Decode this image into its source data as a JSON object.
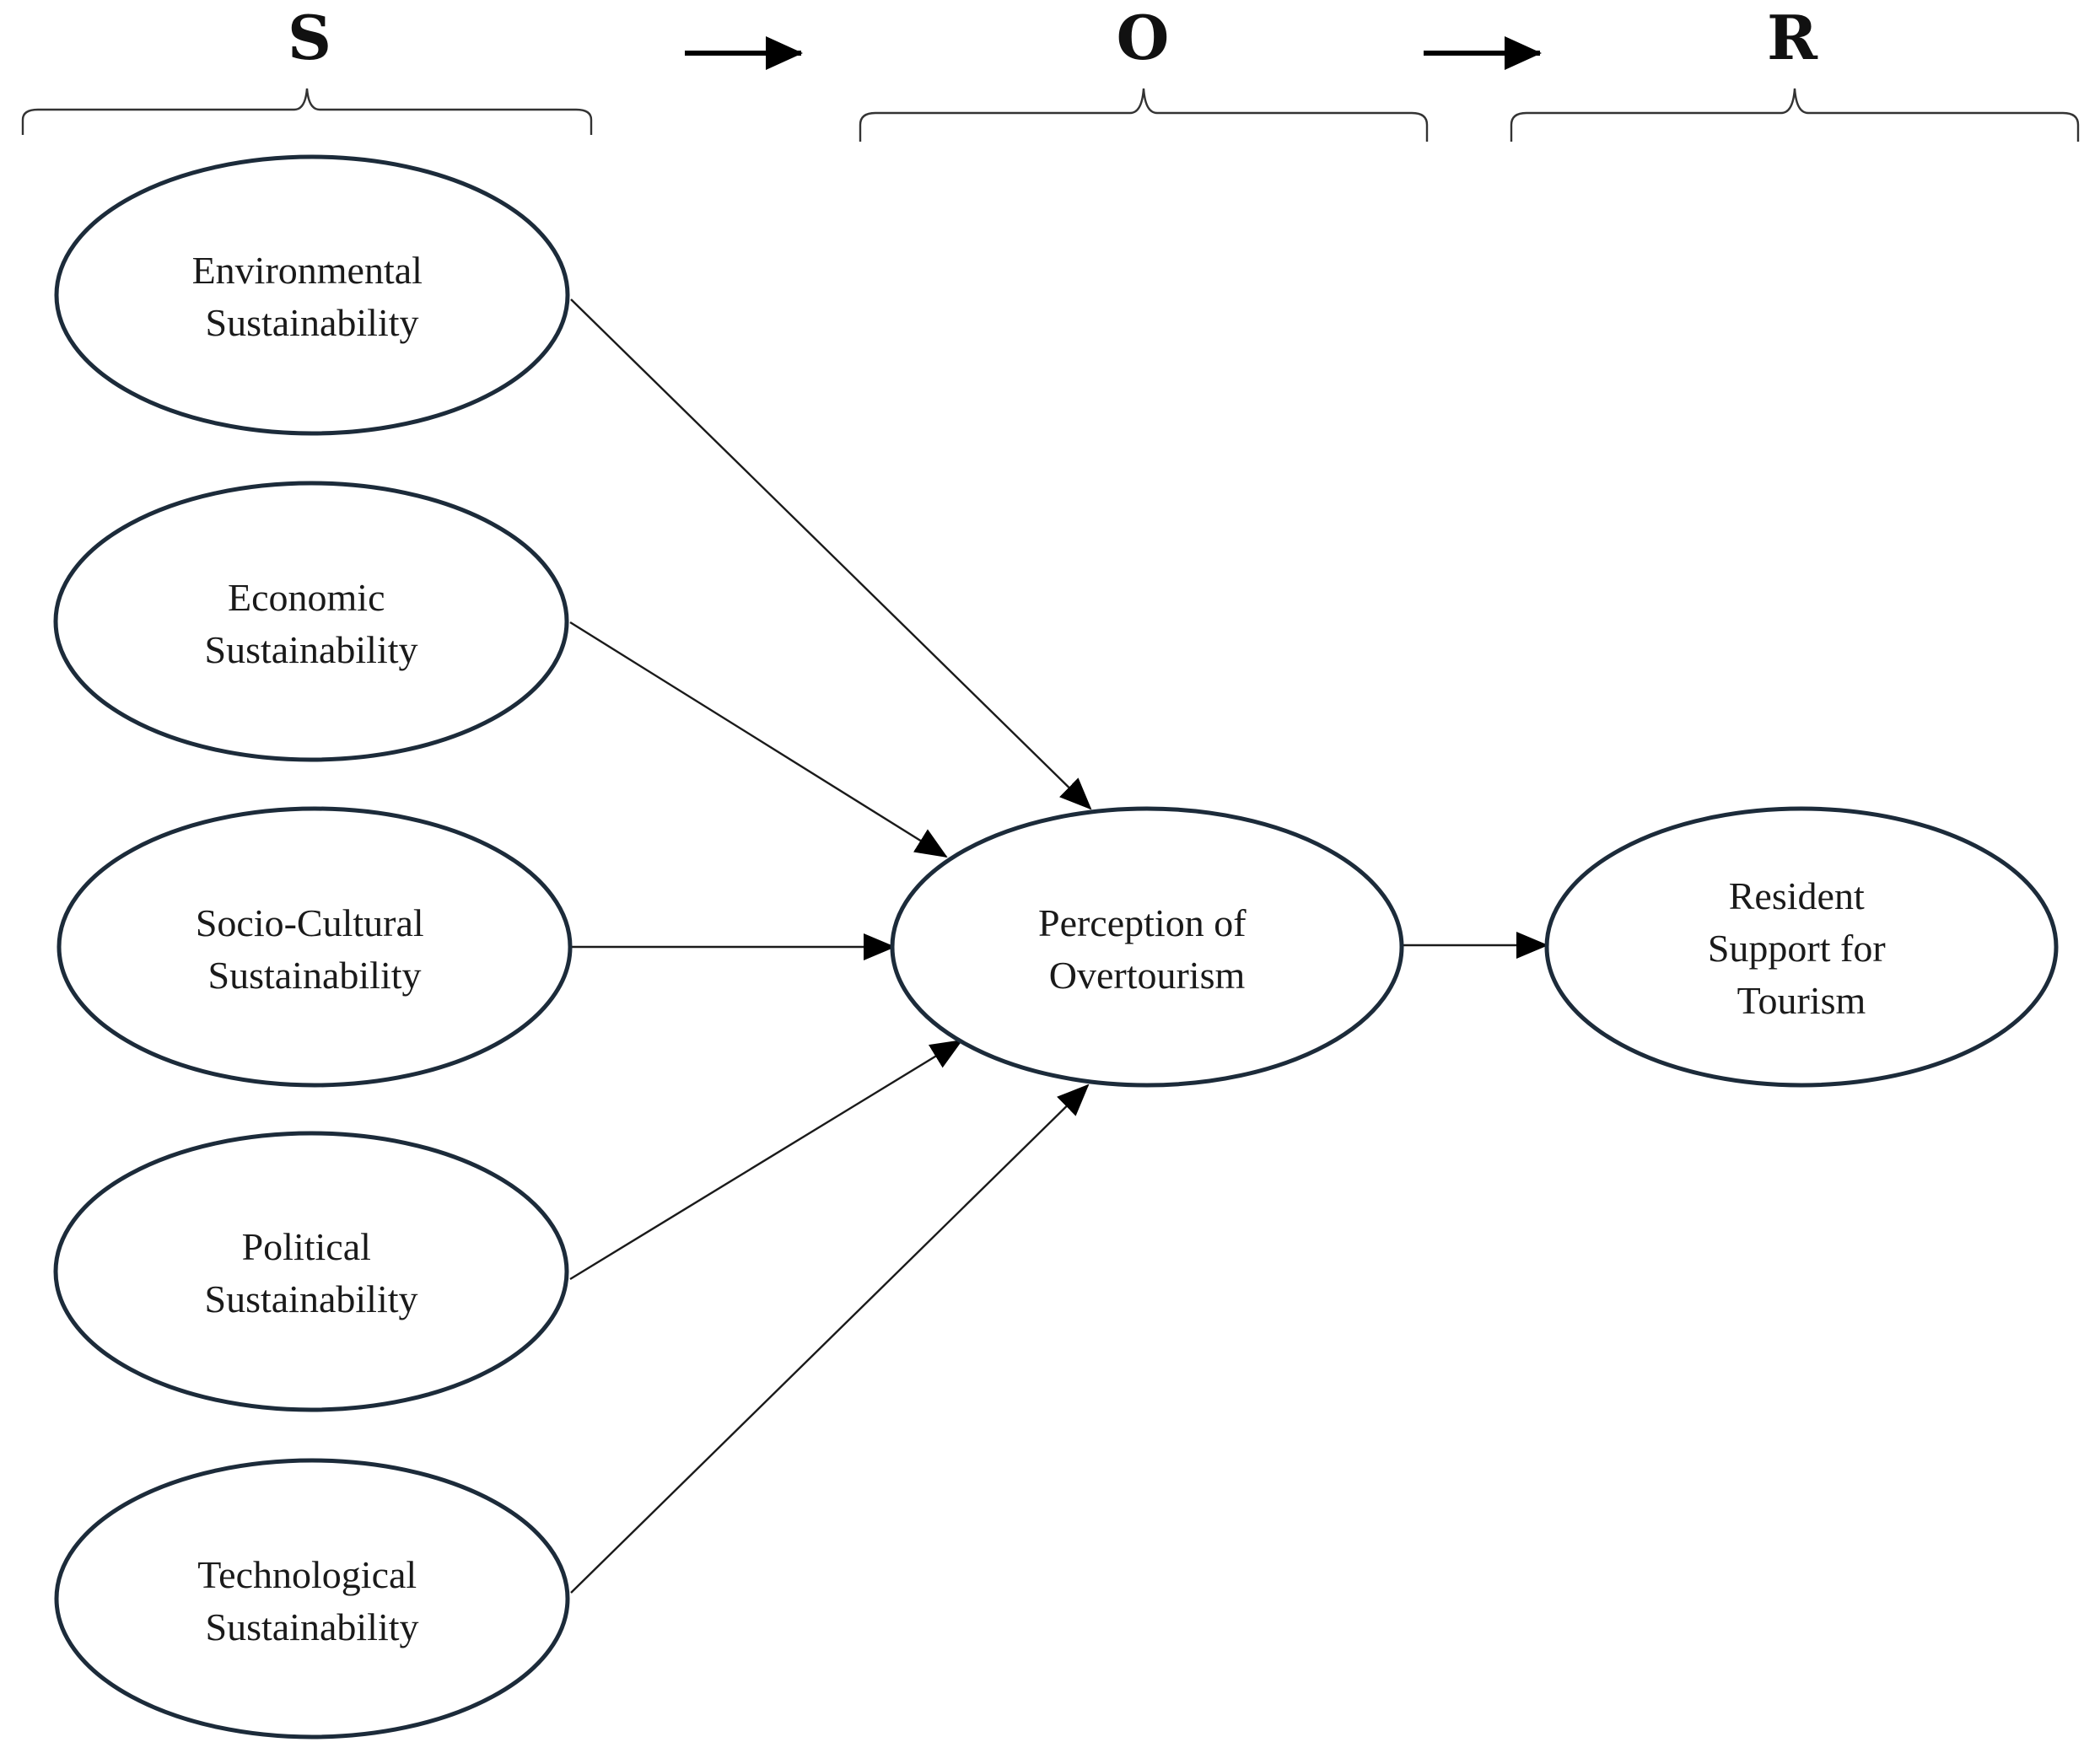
{
  "stages": [
    {
      "id": "s",
      "letter": "S"
    },
    {
      "id": "o",
      "letter": "O"
    },
    {
      "id": "r",
      "letter": "R"
    }
  ],
  "nodes": {
    "environmental": {
      "lines": [
        "Environmental",
        "Sustainability"
      ]
    },
    "economic": {
      "lines": [
        "Economic",
        "Sustainability"
      ]
    },
    "sociocultural": {
      "lines": [
        "Socio-Cultural",
        "Sustainability"
      ]
    },
    "political": {
      "lines": [
        "Political",
        "Sustainability"
      ]
    },
    "technological": {
      "lines": [
        "Technological",
        "Sustainability"
      ]
    },
    "perception": {
      "lines": [
        "Perception of",
        "Overtourism"
      ]
    },
    "support": {
      "lines": [
        "Resident",
        "Support for",
        "Tourism"
      ]
    }
  },
  "edges": [
    {
      "from": "environmental",
      "to": "perception"
    },
    {
      "from": "economic",
      "to": "perception"
    },
    {
      "from": "sociocultural",
      "to": "perception"
    },
    {
      "from": "political",
      "to": "perception"
    },
    {
      "from": "technological",
      "to": "perception"
    },
    {
      "from": "perception",
      "to": "support"
    }
  ],
  "colors": {
    "ellipse_stroke": "#1c2b3a",
    "line": "#1a1a1a",
    "text": "#1a1a1a"
  }
}
